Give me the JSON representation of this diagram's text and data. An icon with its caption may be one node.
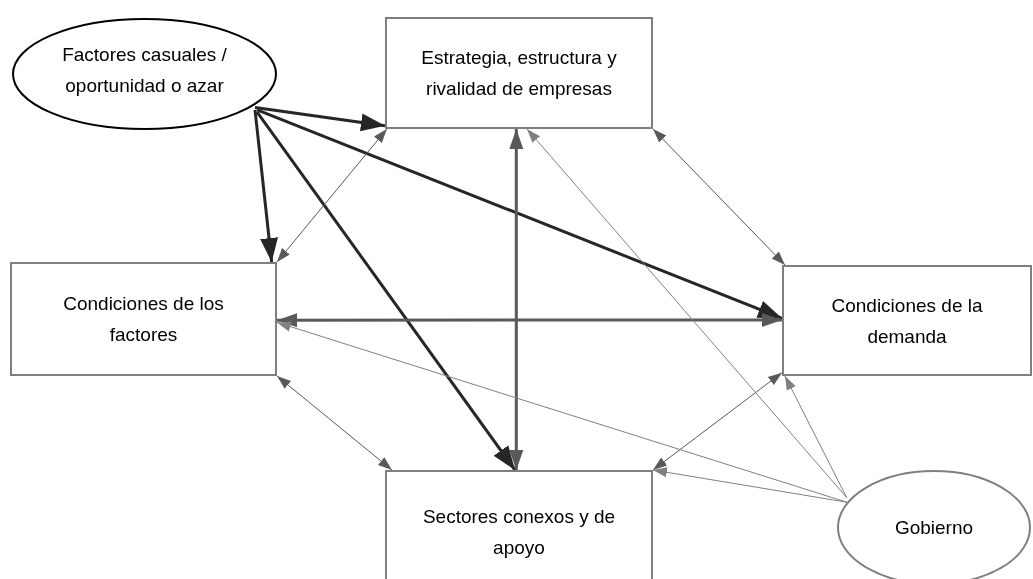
{
  "diagram": {
    "nodes": [
      {
        "text": [
          "Factores casuales / oportunidad o azar"
        ]
      },
      {
        "text": [
          "Estrategia, estructura y rivalidad de empresas"
        ]
      },
      {
        "text": [
          "Condiciones de los factores"
        ]
      },
      {
        "text": [
          "Condiciones de la demanda"
        ]
      },
      {
        "text": [
          "Sectores conexos y de apoyo"
        ]
      },
      {
        "text": [
          "Gobierno"
        ]
      }
    ],
    "edges": [
      {
        "from": 0,
        "to": 1,
        "arrow": "to",
        "style": "thick",
        "color": "#262626"
      },
      {
        "from": 0,
        "to": 2,
        "arrow": "to",
        "style": "thick",
        "color": "#262626"
      },
      {
        "from": 0,
        "to": 3,
        "arrow": "to",
        "style": "thick",
        "color": "#262626"
      },
      {
        "from": 0,
        "to": 4,
        "arrow": "to",
        "style": "thick",
        "color": "#262626"
      },
      {
        "from": 1,
        "to": 2,
        "arrow": "both"
      },
      {
        "from": 1,
        "to": 3,
        "arrow": "both"
      },
      {
        "from": 1,
        "to": 4,
        "arrow": "both",
        "style": "thick"
      },
      {
        "from": 2,
        "to": 3,
        "arrow": "both",
        "style": "thick"
      },
      {
        "from": 2,
        "to": 4,
        "arrow": "both"
      },
      {
        "from": 3,
        "to": 4,
        "arrow": "both"
      },
      {
        "from": 5,
        "to": 1,
        "arrow": "to",
        "color": "#808080"
      },
      {
        "from": 5,
        "to": 2,
        "arrow": "to",
        "color": "#808080"
      },
      {
        "from": 5,
        "to": 3,
        "arrow": "to",
        "color": "#808080"
      },
      {
        "from": 5,
        "to": 4,
        "arrow": "to",
        "color": "#808080"
      }
    ]
  }
}
